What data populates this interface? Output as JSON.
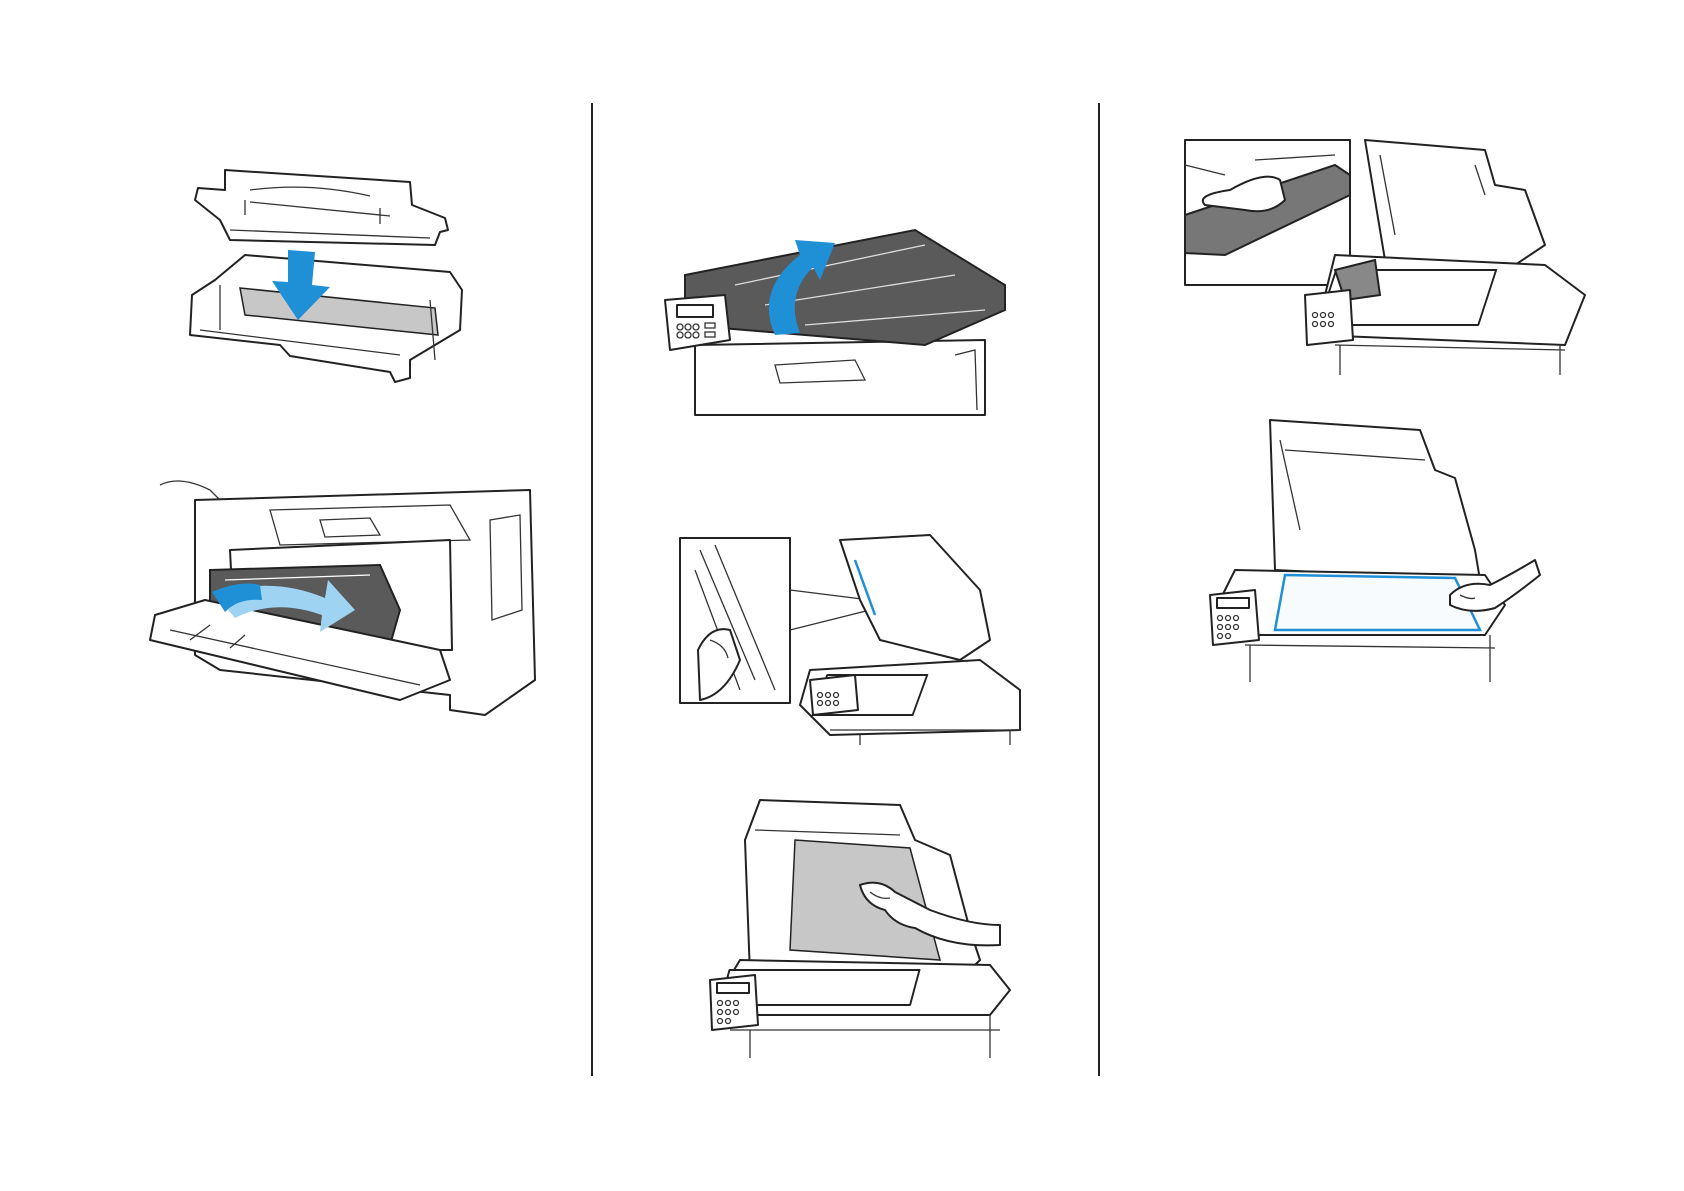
{
  "page": {
    "background": "#ffffff",
    "accent_color": "#1f8fd6",
    "line_color": "#222222"
  },
  "illustrations": [
    {
      "column": 1,
      "icon": "imaging-unit-insert-drum-icon"
    },
    {
      "column": 1,
      "icon": "printer-insert-imaging-unit-icon"
    },
    {
      "column": 2,
      "icon": "adf-open-cover-icon"
    },
    {
      "column": 2,
      "icon": "adf-glass-wipe-zoom-icon"
    },
    {
      "column": 2,
      "icon": "scanner-lid-pad-wipe-icon"
    },
    {
      "column": 3,
      "icon": "scanner-strip-wipe-zoom-icon"
    },
    {
      "column": 3,
      "icon": "scanner-glass-wipe-icon"
    }
  ]
}
